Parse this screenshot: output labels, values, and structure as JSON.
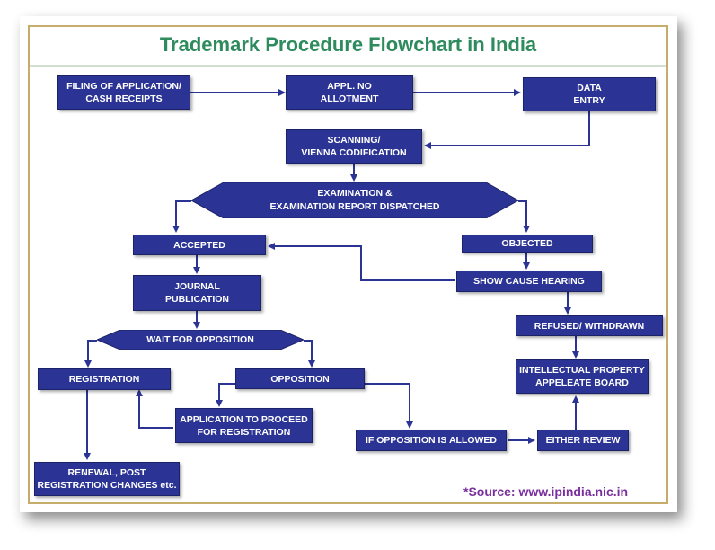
{
  "title": "Trademark Procedure Flowchart in India",
  "colors": {
    "box": "#2b3494",
    "title": "#2e8b5e",
    "arrow": "#2b3494",
    "frame": "#c7ad6b",
    "source": "#7b2f9e"
  },
  "nodes": {
    "filing": "FILING OF APPLICATION/\nCASH RECEIPTS",
    "appl_no": "APPL. NO\nALLOTMENT",
    "data_entry": "DATA\nENTRY",
    "scanning": "SCANNING/\nVIENNA CODIFICATION",
    "examination": "EXAMINATION &\nEXAMINATION REPORT DISPATCHED",
    "accepted": "ACCEPTED",
    "objected": "OBJECTED",
    "show_cause": "SHOW CAUSE HEARING",
    "journal": "JOURNAL\nPUBLICATION",
    "wait_opposition": "WAIT  FOR OPPOSITION",
    "refused": "REFUSED/ WITHDRAWN",
    "registration": "REGISTRATION",
    "opposition": "OPPOSITION",
    "ipab": "INTELLECTUAL PROPERTY\nAPPELEATE BOARD",
    "proceed": "APPLICATION TO PROCEED\nFOR REGISTRATION",
    "opposition_allowed": "IF OPPOSITION IS ALLOWED",
    "either_review": "EITHER REVIEW",
    "renewal": "RENEWAL, POST\nREGISTRATION CHANGES etc."
  },
  "source": "*Source: www.ipindia.nic.in"
}
